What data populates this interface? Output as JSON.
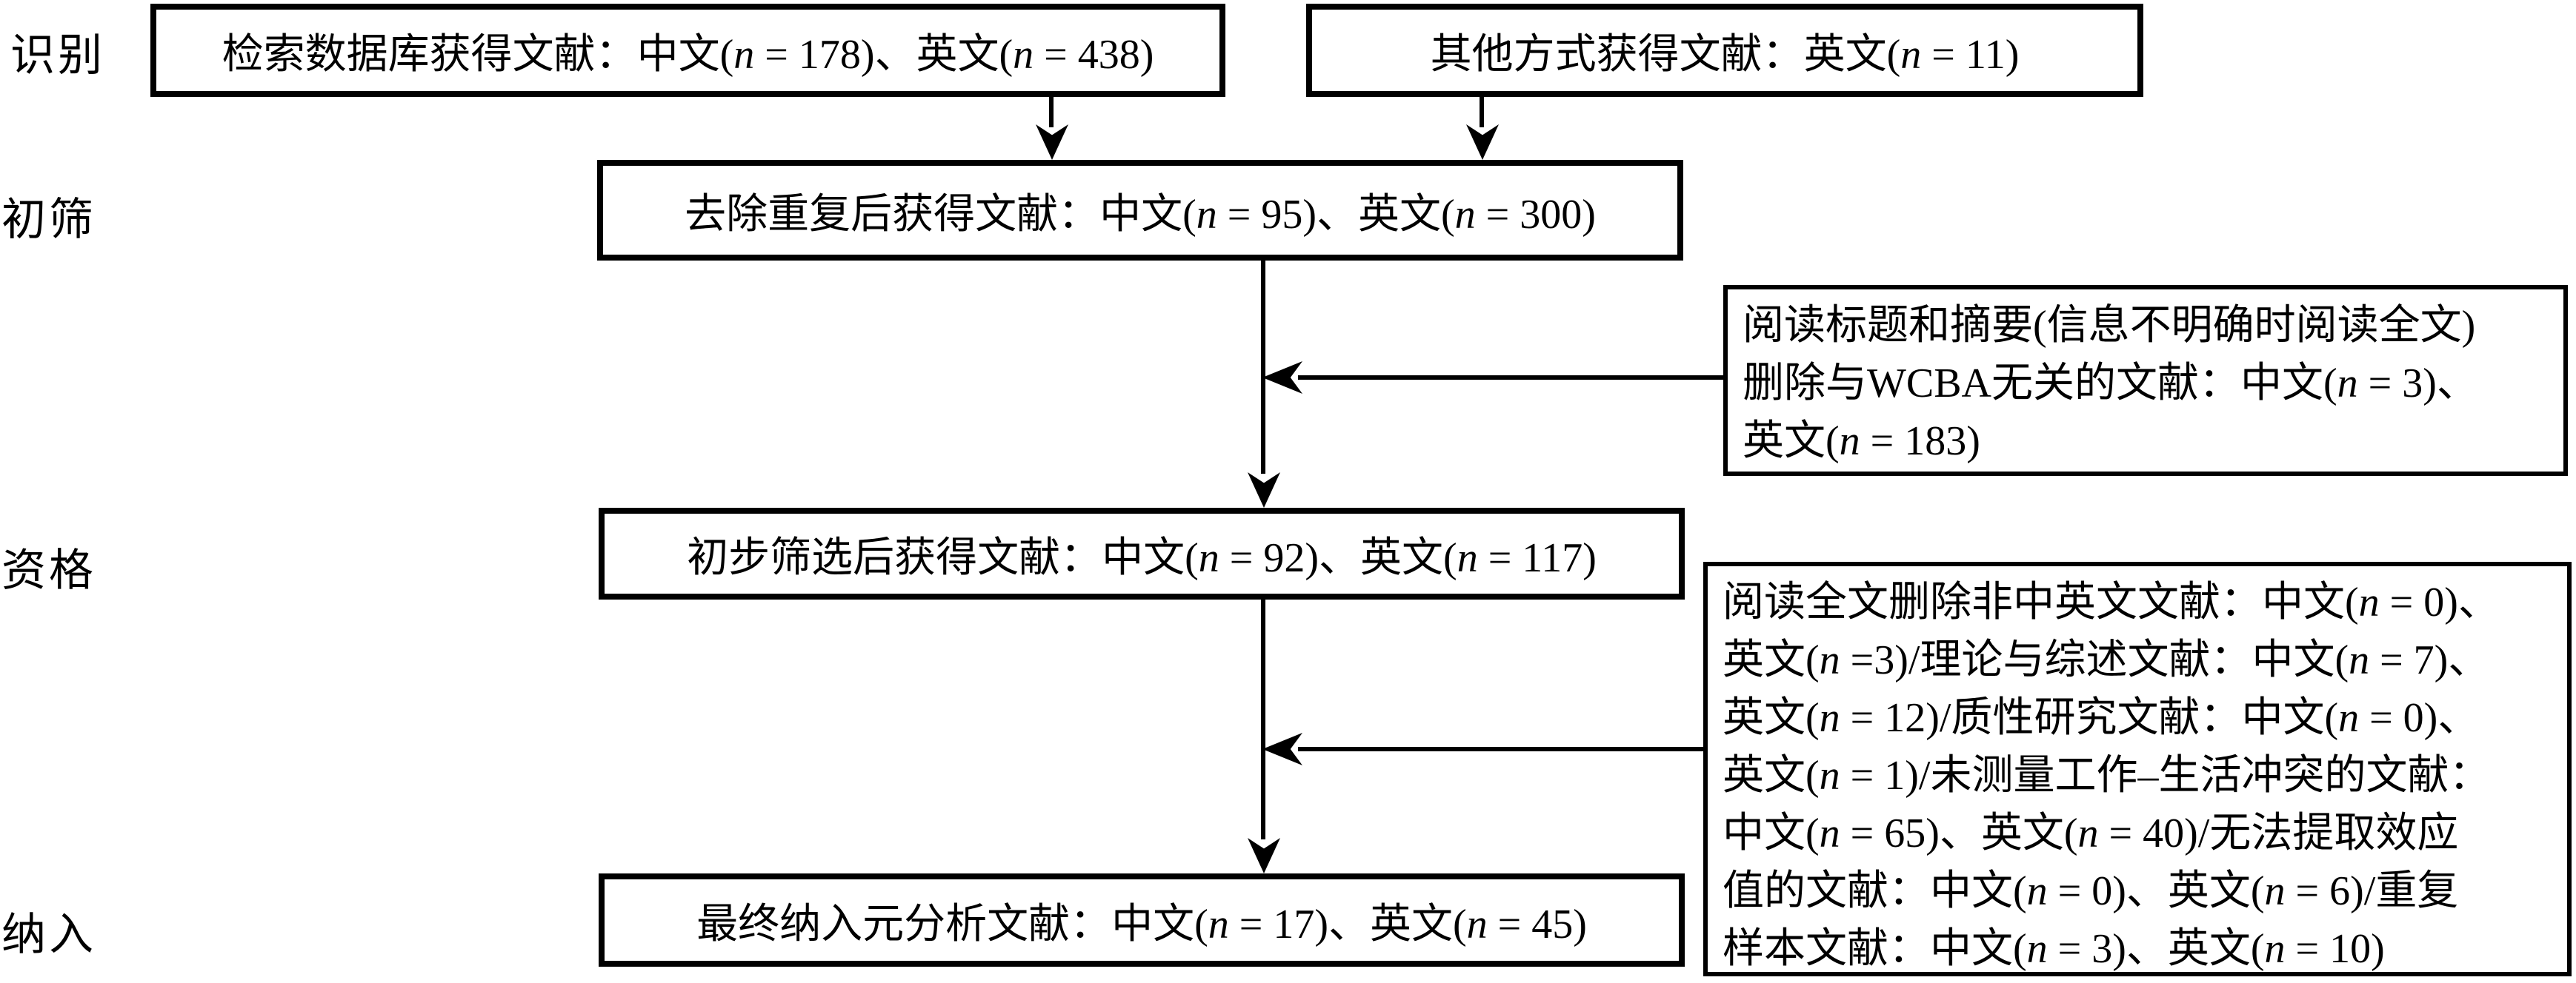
{
  "colors": {
    "ink": "#000000",
    "background": "#ffffff"
  },
  "stages": [
    {
      "id": "identification",
      "label": "识别"
    },
    {
      "id": "screening",
      "label": "初筛"
    },
    {
      "id": "eligibility",
      "label": "资格"
    },
    {
      "id": "inclusion",
      "label": "纳入"
    }
  ],
  "boxes": {
    "db_search": {
      "text": "检索数据库获得文献：中文(n = 178)、英文(n = 438)"
    },
    "other_sources": {
      "text": "其他方式获得文献：英文(n = 11)"
    },
    "after_dedup": {
      "text": "去除重复后获得文献：中文(n = 95)、英文(n = 300)"
    },
    "after_screen": {
      "text": "初步筛选后获得文献：中文(n = 92)、英文(n = 117)"
    },
    "final_included": {
      "text": "最终纳入元分析文献：中文(n = 17)、英文(n = 45)"
    },
    "title_abstract_exclusion": {
      "lines": [
        "阅读标题和摘要(信息不明确时阅读全文)",
        "删除与WCBA无关的文献：中文(n = 3)、",
        "英文(n = 183)"
      ]
    },
    "fulltext_exclusion": {
      "lines": [
        "阅读全文删除非中英文文献：中文(n = 0)、",
        "英文(n =3)/理论与综述文献：中文(n = 7)、",
        "英文(n = 12)/质性研究文献：中文(n = 0)、",
        "英文(n = 1)/未测量工作–生活冲突的文献：",
        "中文(n = 65)、英文(n = 40)/无法提取效应",
        "值的文献：中文(n = 0)、英文(n = 6)/重复",
        "样本文献：中文(n = 3)、英文(n = 10)"
      ]
    }
  }
}
